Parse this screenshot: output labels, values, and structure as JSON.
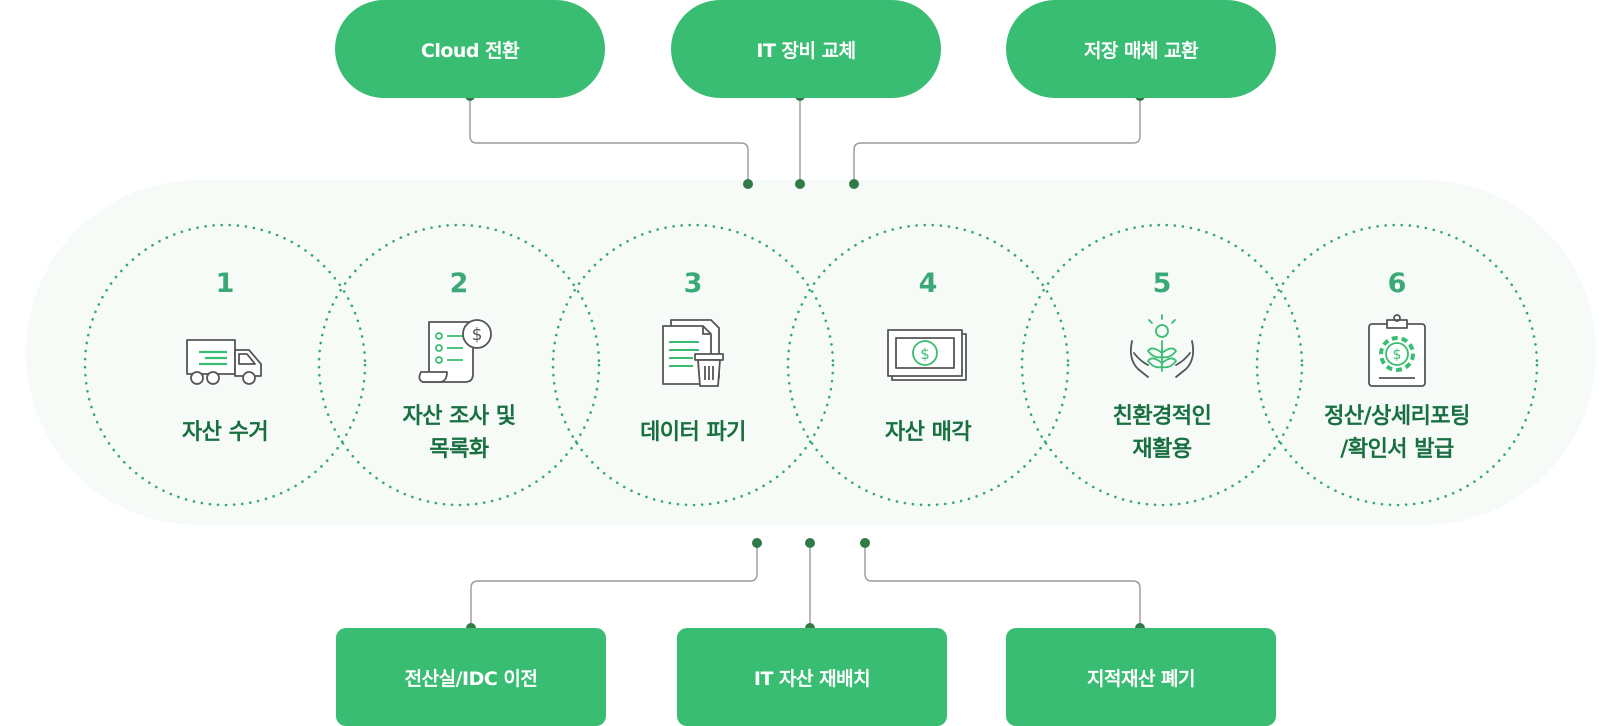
{
  "top_items": [
    {
      "label": "Cloud 전환"
    },
    {
      "label": "IT 장비 교체"
    },
    {
      "label": "저장 매체 교환"
    }
  ],
  "bottom_items": [
    {
      "label": "전산실/IDC 이전"
    },
    {
      "label": "IT 자산 재배치"
    },
    {
      "label": "지적재산 폐기"
    }
  ],
  "steps": [
    {
      "number": "1",
      "label": "자산 수거",
      "icon": "truck-icon"
    },
    {
      "number": "2",
      "label": "자산 조사 및\n목록화",
      "icon": "checklist-dollar-icon"
    },
    {
      "number": "3",
      "label": "데이터 파기",
      "icon": "document-trash-icon"
    },
    {
      "number": "4",
      "label": "자산 매각",
      "icon": "banknote-icon"
    },
    {
      "number": "5",
      "label": "친환경적인\n재활용",
      "icon": "plant-hands-icon"
    },
    {
      "number": "6",
      "label": "정산/상세리포팅\n/확인서 발급",
      "icon": "clipboard-gear-dollar-icon"
    }
  ],
  "colors": {
    "accent": "#38bd72",
    "step_number": "#3aa877",
    "step_label": "#186f3f",
    "band_background": "#f6fbf8",
    "connector_line": "#9a9a9a",
    "connector_dot": "#2f7a47",
    "dotted_circle": "#35a872"
  }
}
